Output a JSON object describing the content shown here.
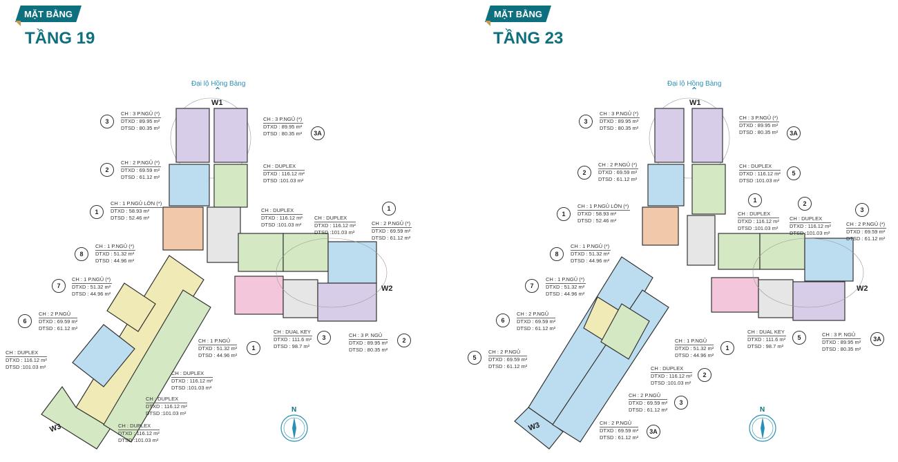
{
  "left": {
    "badge": "MẶT BẰNG",
    "title": "TẦNG 19",
    "road": "Đại lộ Hồng Bàng",
    "wings": {
      "w1": "W1",
      "w2": "W2",
      "w3": "W3"
    },
    "compass": "N",
    "units": [
      {
        "no": "3",
        "type": "CH : 3 P.NGỦ (*)",
        "dtxd": "DTXD :  89.95 m²",
        "dtsd": "DTSD :  80.35 m²"
      },
      {
        "no": "2",
        "type": "CH : 2 P.NGỦ (*)",
        "dtxd": "DTXD : 69.59 m²",
        "dtsd": "DTSD :  61.12 m²"
      },
      {
        "no": "1",
        "type": "CH : 1 P.NGỦ LỚN (*)",
        "dtxd": "DTXD :  58.93 m²",
        "dtsd": "DTSD :  52.46 m²"
      },
      {
        "no": "3A",
        "type": "CH : 3 P.NGỦ (*)",
        "dtxd": "DTXD :  89.95 m²",
        "dtsd": "DTSD :  80.35 m²"
      },
      {
        "no": "",
        "type": "CH : DUPLEX",
        "dtxd": "DTXD : 116.12 m²",
        "dtsd": "DTSD :101.03 m²"
      },
      {
        "no": "",
        "type": "CH : DUPLEX",
        "dtxd": "DTXD : 116.12 m²",
        "dtsd": "DTSD :101.03 m²"
      },
      {
        "no": "",
        "type": "CH : DUPLEX",
        "dtxd": "DTXD : 116.12 m²",
        "dtsd": "DTSD :101.03 m²"
      },
      {
        "no": "1",
        "type": "CH : 2 P.NGỦ (*)",
        "dtxd": "DTXD : 69.59 m²",
        "dtsd": "DTSD :  61.12 m²"
      },
      {
        "no": "8",
        "type": "CH : 1 P.NGỦ (*)",
        "dtxd": "DTXD :  51.32 m²",
        "dtsd": "DTSD :  44.96 m²"
      },
      {
        "no": "7",
        "type": "CH : 1 P.NGỦ (*)",
        "dtxd": "DTXD :  51.32 m²",
        "dtsd": "DTSD :  44.96 m²"
      },
      {
        "no": "6",
        "type": "CH : 2 P.NGỦ",
        "dtxd": "DTXD : 69.59 m²",
        "dtsd": "DTSD :  61.12 m²"
      },
      {
        "no": "",
        "type": "CH : DUPLEX",
        "dtxd": "DTXD : 116.12 m²",
        "dtsd": "DTSD :101.03 m²"
      },
      {
        "no": "1",
        "type": "CH : 1 P.NGỦ",
        "dtxd": "DTXD :  51.32 m²",
        "dtsd": "DTSD :  44.96 m²"
      },
      {
        "no": "3",
        "type": "CH : DUAL KEY",
        "dtxd": "DTXD :  111.6 m²",
        "dtsd": "DTSD :  98.7 m²"
      },
      {
        "no": "2",
        "type": "CH : 3 P. NGỦ",
        "dtxd": "DTXD :  89.95 m²",
        "dtsd": "DTSD :  80.35 m²"
      },
      {
        "no": "",
        "type": "CH : DUPLEX",
        "dtxd": "DTXD : 116.12 m²",
        "dtsd": "DTSD :101.03 m²"
      },
      {
        "no": "",
        "type": "CH : DUPLEX",
        "dtxd": "DTXD : 116.12 m²",
        "dtsd": "DTSD :101.03 m²"
      },
      {
        "no": "",
        "type": "CH : DUPLEX",
        "dtxd": "DTXD : 116.12 m²",
        "dtsd": "DTSD :101.03 m²"
      }
    ]
  },
  "right": {
    "badge": "MẶT BẰNG",
    "title": "TẦNG 23",
    "road": "Đại lộ Hồng Bàng",
    "wings": {
      "w1": "W1",
      "w2": "W2",
      "w3": "W3"
    },
    "compass": "N",
    "units": [
      {
        "no": "3",
        "type": "CH : 3 P.NGỦ (*)",
        "dtxd": "DTXD :  89.95 m²",
        "dtsd": "DTSD :  80.35 m²"
      },
      {
        "no": "2",
        "type": "CH : 2 P.NGỦ (*)",
        "dtxd": "DTXD : 69.59 m²",
        "dtsd": "DTSD :  61.12 m²"
      },
      {
        "no": "1",
        "type": "CH : 1 P.NGỦ LỚN (*)",
        "dtxd": "DTXD :  58.93 m²",
        "dtsd": "DTSD :  52.46 m²"
      },
      {
        "no": "3A",
        "type": "CH : 3 P.NGỦ (*)",
        "dtxd": "DTXD :  89.95 m²",
        "dtsd": "DTSD :  80.35 m²"
      },
      {
        "no": "5",
        "type": "CH : DUPLEX",
        "dtxd": "DTXD : 116.12 m²",
        "dtsd": "DTSD :101.03 m²"
      },
      {
        "no": "1",
        "type": "CH : DUPLEX",
        "dtxd": "DTXD : 116.12 m²",
        "dtsd": "DTSD :101.03 m²"
      },
      {
        "no": "2",
        "type": "CH : DUPLEX",
        "dtxd": "DTXD : 116.12 m²",
        "dtsd": "DTSD :101.03 m²"
      },
      {
        "no": "3",
        "type": "CH : 2 P.NGỦ (*)",
        "dtxd": "DTXD : 69.59 m²",
        "dtsd": "DTSD :  61.12 m²"
      },
      {
        "no": "8",
        "type": "CH : 1 P.NGỦ (*)",
        "dtxd": "DTXD :  51.32 m²",
        "dtsd": "DTSD :  44.96 m²"
      },
      {
        "no": "7",
        "type": "CH : 1 P.NGỦ (*)",
        "dtxd": "DTXD :  51.32 m²",
        "dtsd": "DTSD :  44.96 m²"
      },
      {
        "no": "6",
        "type": "CH : 2 P.NGỦ",
        "dtxd": "DTXD : 69.59 m²",
        "dtsd": "DTSD :  61.12 m²"
      },
      {
        "no": "5",
        "type": "CH : 2 P.NGỦ",
        "dtxd": "DTXD : 69.59 m²",
        "dtsd": "DTSD :  61.12 m²"
      },
      {
        "no": "1",
        "type": "CH : 1 P.NGỦ",
        "dtxd": "DTXD :  51.32 m²",
        "dtsd": "DTSD :  44.96 m²"
      },
      {
        "no": "5",
        "type": "CH : DUAL KEY",
        "dtxd": "DTXD :  111.6 m²",
        "dtsd": "DTSD :  98.7 m²"
      },
      {
        "no": "3A",
        "type": "CH : 3 P. NGỦ",
        "dtxd": "DTXD :  89.95 m²",
        "dtsd": "DTSD :  80.35 m²"
      },
      {
        "no": "2",
        "type": "CH : DUPLEX",
        "dtxd": "DTXD : 116.12 m²",
        "dtsd": "DTSD :101.03 m²"
      },
      {
        "no": "3",
        "type": "CH : 2 P.NGỦ",
        "dtxd": "DTXD : 69.59 m²",
        "dtsd": "DTSD :  61.12 m²"
      },
      {
        "no": "3A",
        "type": "CH : 2 P.NGỦ",
        "dtxd": "DTXD : 69.59 m²",
        "dtsd": "DTSD :  61.12 m²"
      }
    ]
  },
  "colors": {
    "brand": "#0e6f7f",
    "gold": "#c89b52",
    "road": "#2a8fb4",
    "purple": "#d8cde8",
    "blue": "#bcdcf0",
    "green": "#d4e8c4",
    "peach": "#f2c8aa",
    "yellow": "#f0eab6",
    "pink": "#f3c6dc"
  }
}
